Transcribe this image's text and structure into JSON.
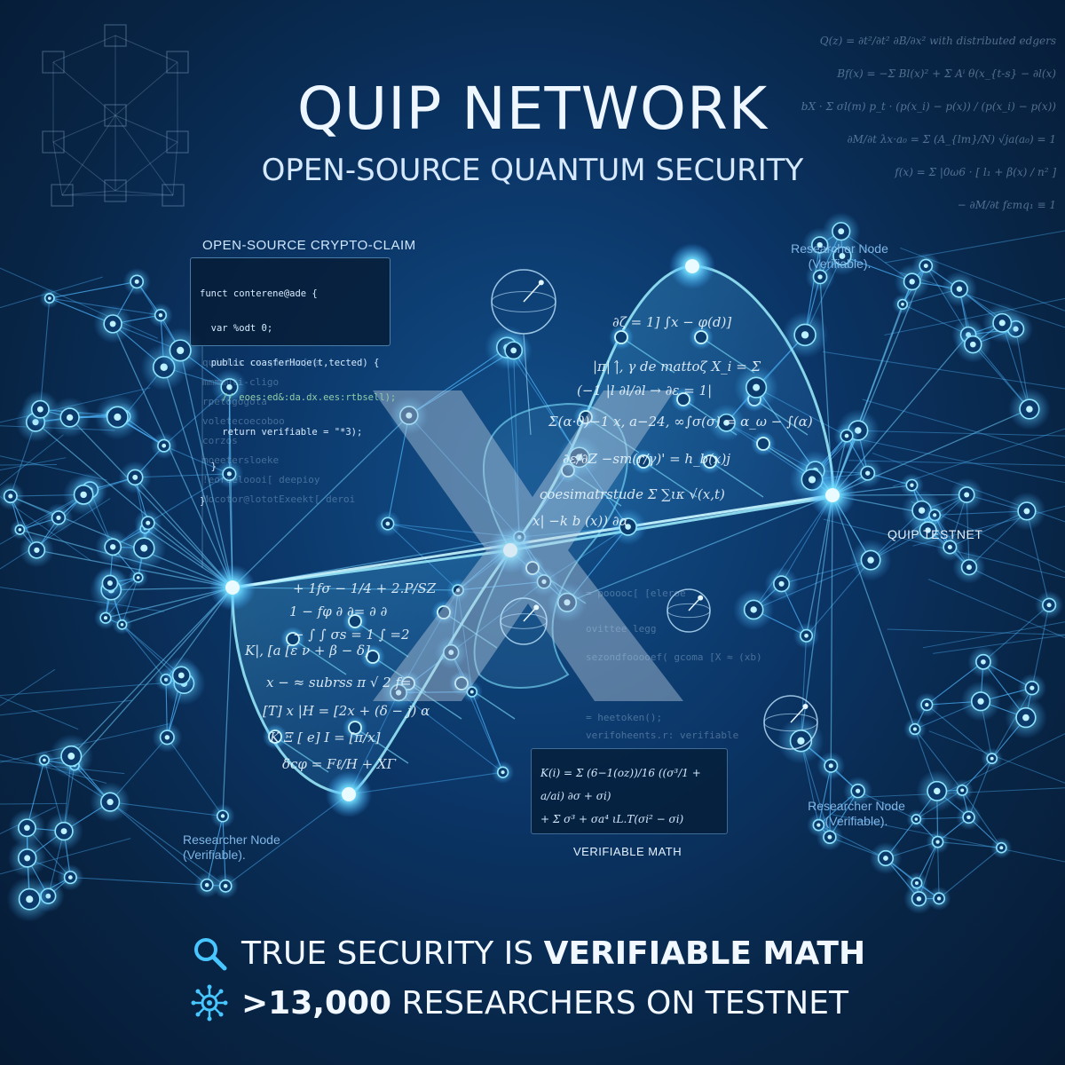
{
  "header": {
    "title": "QUIP NETWORK",
    "subtitle": "OPEN-SOURCE QUANTUM SECURITY"
  },
  "code_panel": {
    "label": "OPEN-SOURCE CRYPTO-CLAIM",
    "lines": [
      "funct conterene@ade {",
      "  var %odt 0;",
      "  public coasferHooe(t,tected) {",
      "    // eoes:ed&:da.dx.ees:rtbsell);",
      "    return verifiable = \"*3);",
      "  }",
      "}"
    ],
    "ghost_lines": [
      "quirtcs ce quoiiz[ra",
      "mmmmuti-cligo",
      "rpetogogota",
      "voletecoecoboo",
      "corzos",
      "moeetersloeke",
      "!eoroeloooi[ deepioy",
      "Mocotor@lototExeekt[ deroi"
    ]
  },
  "node_labels": {
    "top_right": [
      "Researcher Node",
      "(Verifiable)."
    ],
    "bottom_left": [
      "Researcher Node",
      "(Verifiable)."
    ],
    "bottom_right": [
      "Researcher Node",
      "(Verifiable)."
    ],
    "testnet": "QUIP TESTNET"
  },
  "math_panel": {
    "lines": [
      "K(i) = Σ (6−1(oz))/16 ((σ³/1 + a/ai) ∂σ + σi)",
      "+ Σ σ³ + σa⁴ ιL.T(σi² − σi)"
    ],
    "label": "VERIFIABLE MATH"
  },
  "corner_formulas": [
    "Q(z) = ∂t²/∂t² ∂B/∂x² with distributed edgers",
    "Bf(x) = −Σ Bl(x)² + Σ Aⁱ θ(x_{t-s} − ∂l(x)",
    "bX · Σ σl(m) p_t · (p(x_i) − p(x)) / (p(x_i) − p(x))",
    "∂M/∂t  λx·a₀ = Σ (A_{lm}/N) √ja(a₀) = 1",
    "f(x) = Σ |0ω6 · [ l₁ + β(x) / n² ]",
    "− ∂M/∂t  fεmq₁ ≡ 1"
  ],
  "ribbon_formulas": [
    "∂ζ = 1]  ∫x − φ(d)]",
    "|π| |̂, γ de mattoζ  X_i = Σ",
    "(−1 |l ∂l/∂l  → ∂ε = 1|",
    "∫σ(σ) = α_ω − ∫(α)",
    "Σ(α·θ)−1  x, a−24, ∞",
    "∂ε/∂Z  −sm(r/γ)' = h_b(x)j",
    "coesimatrstude Σ ∑ικ √(x,t)",
    "x| −k b (x)) ∂α",
    "+ 1fσ − 1/4 + 2.P/SZ",
    "1 − fφ  ∂ ∂=  ∂  ∂",
    "− ∫ ∫ σs = 1 ∫  =2",
    "K|, [a [ε ν + β − δ]",
    "x − ≈  subrss π √ 2  f=",
    "[T]  x |H = [2x + (δ − j) α",
    "K Ξ [ e]  I = [π/x]",
    "δcφ = Fℓ/H  + XΓ"
  ],
  "ghost_code_right": [
    "= pooooc[ [eleroe",
    "ovittee legg",
    "sezondfooooef( gcoma [X ≈ (xb)",
    "= heetoken();",
    "verifoheents.r: verifiable"
  ],
  "taglines": [
    {
      "prefix": "TRUE SECURITY IS ",
      "bold": "VERIFIABLE MATH",
      "icon": "search-icon"
    },
    {
      "bold": ">13,000",
      "suffix": " RESEARCHERS ON TESTNET",
      "icon": "network-icon"
    }
  ],
  "colors": {
    "accent": "#47c6ff",
    "glow": "#7fe3ff",
    "background_dark": "#061a33",
    "background_mid": "#0b3668"
  }
}
